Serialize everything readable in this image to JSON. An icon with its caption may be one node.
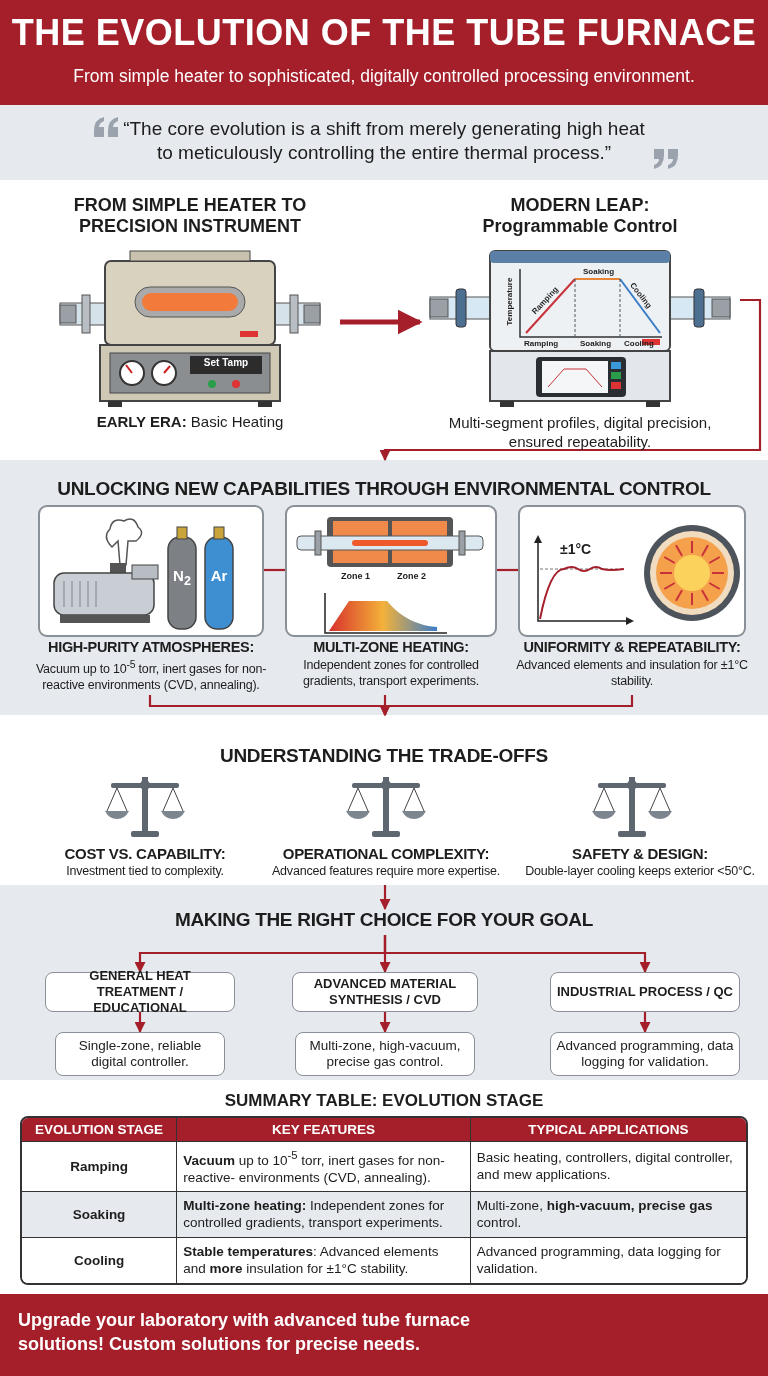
{
  "diagram": {
    "title": "THE EVOLUTION OF THE TUBE FURNACE",
    "nodes": [
      {
        "text": [
          "FROM SIMPLE HEATER TO PRECISION INSTRUMENT",
          "Set Tamp",
          "**EARLY ERA:** Basic Heating"
        ]
      },
      {
        "text": [
          "MODERN LEAP: Programmable Control",
          "Temperature",
          "Ramping",
          "Soaking",
          "Cooling",
          "Ramping",
          "Soaking",
          "Cooling",
          "Multi-segment profiles, digital precision, ensured repeatability."
        ]
      },
      {
        "text": [
          "UNLOCKING NEW CAPABILITIES THROUGH ENVIRONMENTAL CONTROL"
        ]
      },
      {
        "text": [
          "N$_{2}$",
          "Ar",
          "HIGH-PURITY ATMOSPHERES:",
          "Vacuum up to 10$^{-5}$ torr, inert gases for non-reactive environments (CVD, annealing)."
        ],
        "in": 2
      },
      {
        "text": [
          "Zone 1",
          "Zone 2",
          "MULTI-ZONE HEATING:",
          "Independent zones for controlled gradients, transport experiments."
        ],
        "in": 2
      },
      {
        "text": [
          "±1°C",
          "UNIFORMITY & REPEATABILITY:",
          "Advanced elements and insulation for ±1°C stability."
        ],
        "in": 2
      },
      {
        "text": [
          "UNDERSTANDING THE TRADE-OFFS",
          "COST VS. CAPABILITY:",
          "Investment tied to complexity.",
          "OPERATIONAL COMPLEXITY:",
          "Advanced features require more expertise.",
          "SAFETY & DESIGN:",
          "Double-layer cooling keeps exterior <50°C."
        ]
      },
      {
        "text": [
          "MAKING THE RIGHT CHOICE FOR YOUR GOAL"
        ]
      },
      {
        "text": [
          "GENERAL HEAT TREATMENT / EDUCATIONAL"
        ]
      },
      {
        "text": [
          "ADVANCED MATERIAL SYNTHESIS / CVD"
        ]
      },
      {
        "text": [
          "INDUSTRIAL PROCESS / QC"
        ]
      },
      {
        "text": [
          "Single-zone, reliable digital controller."
        ]
      },
      {
        "text": [
          "Multi-zone, high-vacuum, precise gas control."
        ]
      },
      {
        "text": [
          "Advanced programming, data logging for validation."
        ]
      }
    ],
    "edges": [
      {
        "from": 0,
        "to": 1,
        "arrow": "to",
        "style": "thick"
      },
      {
        "from": 1,
        "to": 2,
        "arrow": "to"
      },
      {
        "from": 3,
        "to": 4,
        "arrow": "none"
      },
      {
        "from": 4,
        "to": 5,
        "arrow": "none"
      },
      {
        "from": 3,
        "to": 6,
        "arrow": "to"
      },
      {
        "from": 4,
        "to": 6,
        "arrow": "to"
      },
      {
        "from": 5,
        "to": 6,
        "arrow": "to"
      },
      {
        "from": 6,
        "to": 7,
        "arrow": "to"
      },
      {
        "from": 7,
        "to": 8,
        "arrow": "to"
      },
      {
        "from": 7,
        "to": 9,
        "arrow": "to"
      },
      {
        "from": 7,
        "to": 10,
        "arrow": "to"
      },
      {
        "from": 8,
        "to": 11,
        "arrow": "to"
      },
      {
        "from": 9,
        "to": 12,
        "arrow": "to"
      },
      {
        "from": 10,
        "to": 13,
        "arrow": "to"
      }
    ],
    "labels": [
      "From simple heater to sophisticated, digitally controlled processing environment.",
      "“The core evolution is a shift from merely generating high heat to meticulously controlling the entire thermal process.”",
      "SUMMARY TABLE: EVOLUTION STAGE",
      "EVOLUTION STAGE",
      "KEY FEATURES",
      "TYPICAL APPLICATIONS",
      "Ramping",
      "**Vacuum** up to 10$^{-5}$ torr, inert gases for non-reactive- environments (CVD, annealing).",
      "Basic heating, controllers, digital controller, and mew applications.",
      "Soaking",
      "**Multi-zone heating:** Independent zones for controlled gradients, transport experiments.",
      "Multi-zone, **high-vacuum, precise gas** control.",
      "Cooling",
      "**Stable temperatures**: Advanced elements and **more** insulation for ±1°C stability.",
      "Advanced programming, data logging for validation.",
      "Upgrade your laboratory with advanced tube furnace solutions! Custom solutions for precise needs."
    ]
  }
}
